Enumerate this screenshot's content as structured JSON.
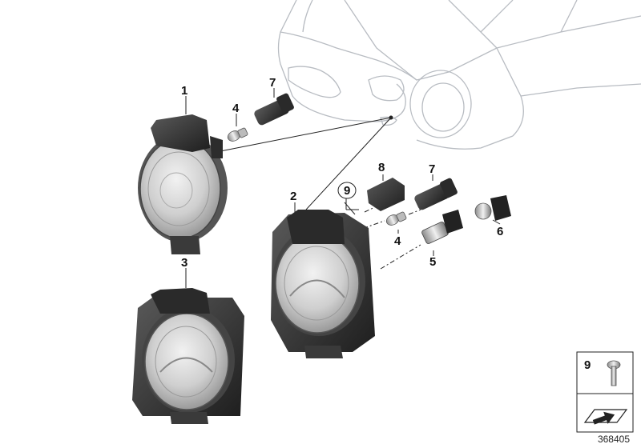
{
  "diagram": {
    "document_number": "368405",
    "callouts": {
      "c1": "1",
      "c2": "2",
      "c3": "3",
      "c4a": "4",
      "c4b": "4",
      "c5": "5",
      "c6": "6",
      "c7a": "7",
      "c7b": "7",
      "c8": "8",
      "c9": "9"
    },
    "legend": {
      "item_number": "9",
      "item_icon": "torx-screw-icon",
      "footer_icon": "arrow-plate-icon"
    },
    "colors": {
      "line": "#222222",
      "car_outline": "#b8bcc2",
      "housing": "#3a3a3a",
      "lens": "#d9d9d9"
    }
  }
}
